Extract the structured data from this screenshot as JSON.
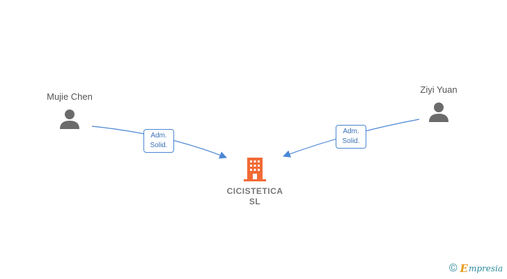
{
  "nodes": {
    "person_left": {
      "name": "Mujie Chen"
    },
    "person_right": {
      "name": "Ziyi Yuan"
    },
    "company": {
      "name_line1": "CICISTETICA",
      "name_line2": "SL"
    }
  },
  "edges": [
    {
      "from": "Mujie Chen",
      "to": "CICISTETICA SL",
      "label_line1": "Adm.",
      "label_line2": "Solid."
    },
    {
      "from": "Ziyi Yuan",
      "to": "CICISTETICA SL",
      "label_line1": "Adm.",
      "label_line2": "Solid."
    }
  ],
  "colors": {
    "edge": "#4a86d4",
    "person": "#6b6b6b",
    "company": "#f26a35",
    "brand_teal": "#2a8a9a",
    "brand_orange": "#e89a1a"
  },
  "branding": {
    "copyright_symbol": "©",
    "logo_initial": "E",
    "logo_rest": "mpresia"
  }
}
